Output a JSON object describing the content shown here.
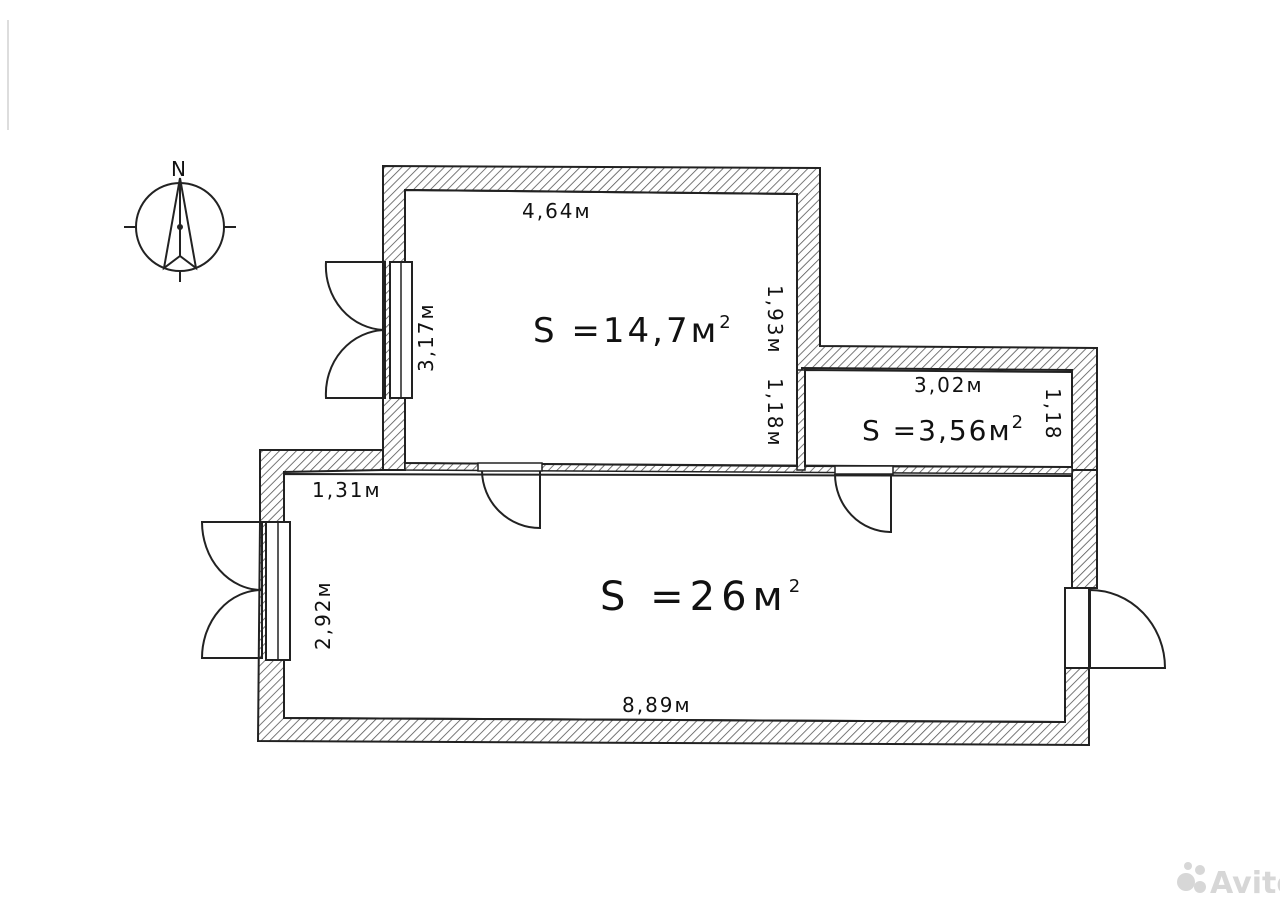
{
  "compass": {
    "north_label": "N",
    "icon": "compass-rose-icon"
  },
  "rooms": {
    "main": {
      "area_prefix": "S =",
      "area_value": "14,7м",
      "area_exp": "2"
    },
    "small": {
      "area_prefix": "S =",
      "area_value": "3,56м",
      "area_exp": "2"
    },
    "large": {
      "area_prefix": "S =",
      "area_value": "26м",
      "area_exp": "2"
    }
  },
  "dimensions": {
    "main_top": "4,64м",
    "main_left": "3,17м",
    "main_right_upper": "1,93м",
    "main_right_lower": "1,18м",
    "small_top": "3,02м",
    "small_right": "1,18",
    "large_notch": "1,31м",
    "large_left": "2,92м",
    "large_bottom": "8,89м"
  },
  "watermark": {
    "text": "Avito",
    "icon": "avito-logo-icon",
    "color": "#d7d7d7"
  },
  "colors": {
    "wall_stroke": "#222222",
    "hatch": "#555555",
    "background": "#ffffff"
  }
}
